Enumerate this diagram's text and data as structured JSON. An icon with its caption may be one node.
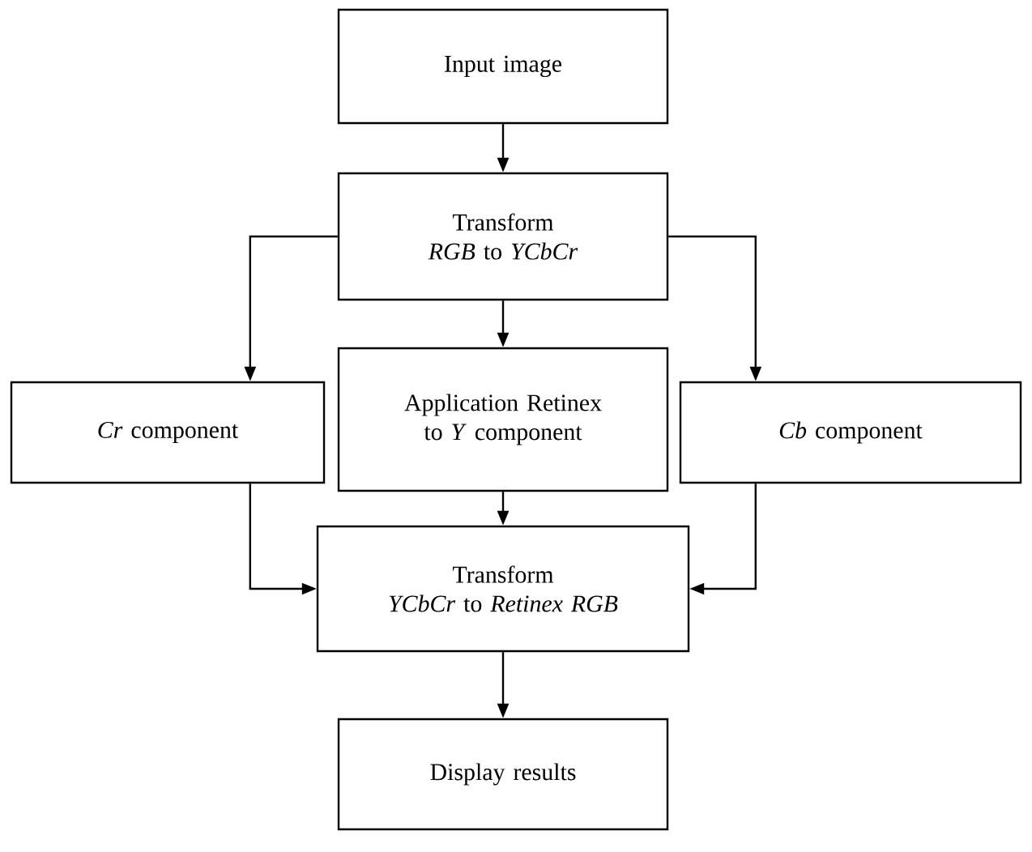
{
  "diagram": {
    "nodes": [
      {
        "text": [
          "Input image"
        ]
      },
      {
        "text": [
          "Transform",
          "*RGB* to *YCbCr*"
        ]
      },
      {
        "text": [
          "*Cr* component"
        ]
      },
      {
        "text": [
          "Application Retinex to *Y* component"
        ]
      },
      {
        "text": [
          "*Cb* component"
        ]
      },
      {
        "text": [
          "Transform",
          "*YCbCr* to *Retinex RGB*"
        ]
      },
      {
        "text": [
          "Display results"
        ]
      }
    ],
    "edges": [
      {
        "from": 0,
        "to": 1,
        "arrow": "to"
      },
      {
        "from": 1,
        "to": 2,
        "arrow": "to"
      },
      {
        "from": 1,
        "to": 3,
        "arrow": "to"
      },
      {
        "from": 1,
        "to": 4,
        "arrow": "to"
      },
      {
        "from": 2,
        "to": 5,
        "arrow": "to"
      },
      {
        "from": 3,
        "to": 5,
        "arrow": "to"
      },
      {
        "from": 4,
        "to": 5,
        "arrow": "to"
      },
      {
        "from": 5,
        "to": 6,
        "arrow": "to"
      }
    ]
  }
}
